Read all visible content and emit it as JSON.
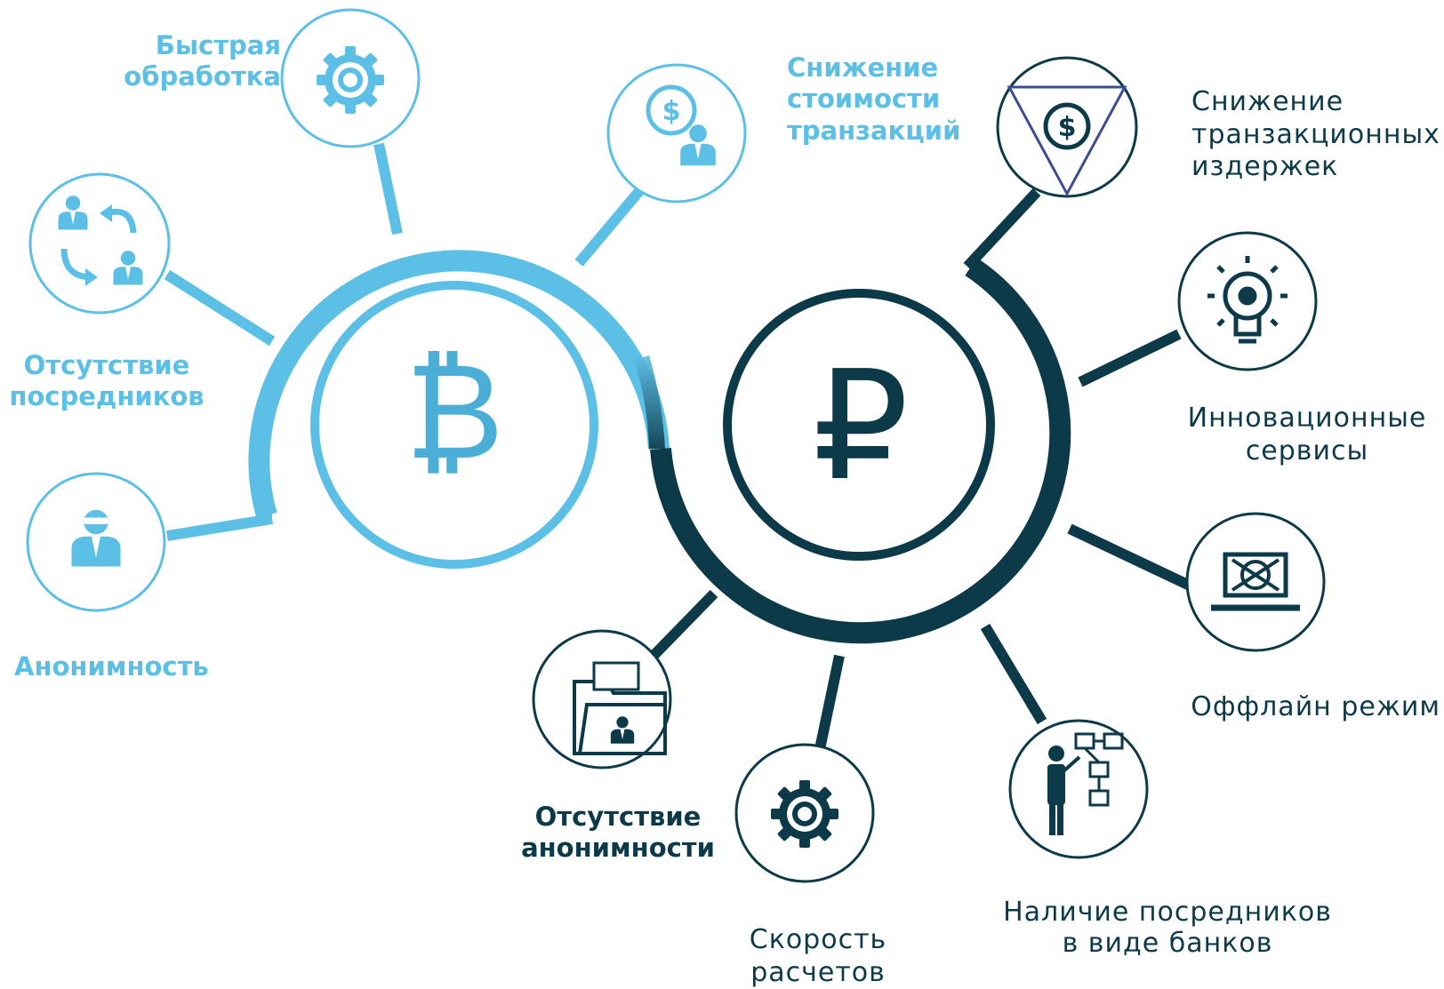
{
  "colors": {
    "bitcoin": "#5cbfe6",
    "bitcoin_symbol": "#4aaed7",
    "ruble": "#0c3a49"
  },
  "bitcoin": {
    "symbol": "₿",
    "features": [
      {
        "label": "Быстрая\nобработка",
        "icon": "gear-icon"
      },
      {
        "label": "Снижение\nстоимости\nтранзакций",
        "icon": "dollar-person-icon"
      },
      {
        "label": "Отсутствие\nпосредников",
        "icon": "exchange-people-icon"
      },
      {
        "label": "Анонимность",
        "icon": "anonymous-person-icon"
      }
    ]
  },
  "ruble": {
    "symbol": "₽",
    "features": [
      {
        "label": "Снижение\nтранзакционных\nиздержек",
        "icon": "dollar-triangle-icon"
      },
      {
        "label": "Инновационные\nсервисы",
        "icon": "lightbulb-gear-icon"
      },
      {
        "label": "Оффлайн режим",
        "icon": "offline-laptop-icon"
      },
      {
        "label": "Наличие посредников\nв виде банков",
        "icon": "bank-hierarchy-icon"
      },
      {
        "label": "Скорость расчетов",
        "icon": "gear-icon"
      },
      {
        "label": "Отсутствие\nанонимности",
        "icon": "folder-person-icon"
      }
    ]
  }
}
